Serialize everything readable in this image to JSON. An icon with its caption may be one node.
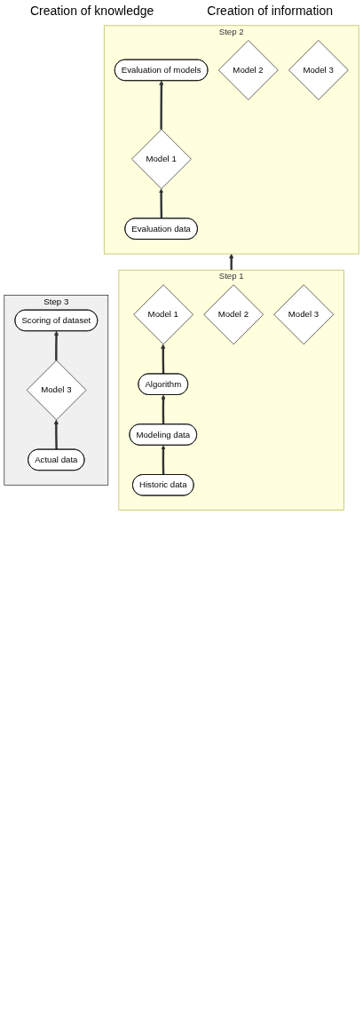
{
  "diagram": {
    "nodes": [
      {
        "text": [
          "Step 1"
        ]
      },
      {
        "text": [
          "Historic data"
        ],
        "in": 0
      },
      {
        "text": [
          "Modeling data"
        ],
        "in": 0
      },
      {
        "text": [
          "Algorithm"
        ],
        "in": 0
      },
      {
        "text": [
          "Model 1"
        ],
        "in": 0
      },
      {
        "text": [
          "Model 2"
        ],
        "in": 0
      },
      {
        "text": [
          "Model 3"
        ],
        "in": 0
      },
      {
        "text": [
          "Step 2"
        ]
      },
      {
        "text": [
          "Evaluation data"
        ],
        "in": 7
      },
      {
        "text": [
          "Model 1"
        ],
        "in": 7
      },
      {
        "text": [
          "Model 2"
        ],
        "in": 7
      },
      {
        "text": [
          "Model 3"
        ],
        "in": 7
      },
      {
        "text": [
          "Evaluation of models"
        ],
        "in": 7
      },
      {
        "text": [
          "Step 3"
        ]
      },
      {
        "text": [
          "Actual data"
        ],
        "in": 13
      },
      {
        "text": [
          "Model 3"
        ],
        "in": 13
      },
      {
        "text": [
          "Scoring of dataset"
        ],
        "in": 13
      }
    ],
    "edges": [
      {
        "from": 1,
        "to": 2,
        "arrow": "to"
      },
      {
        "from": 2,
        "to": 3,
        "arrow": "to"
      },
      {
        "from": 3,
        "to": 4,
        "arrow": "to"
      },
      {
        "from": 0,
        "to": 7,
        "arrow": "to"
      },
      {
        "from": 8,
        "to": 9,
        "arrow": "to"
      },
      {
        "from": 9,
        "to": 12,
        "arrow": "to"
      },
      {
        "from": 14,
        "to": 15,
        "arrow": "to"
      },
      {
        "from": 15,
        "to": 16,
        "arrow": "to"
      }
    ],
    "labels": [
      "Creation of knowledge",
      "Creation of information"
    ]
  }
}
